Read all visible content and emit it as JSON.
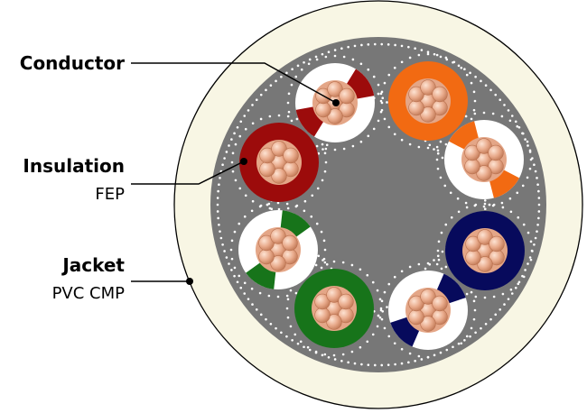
{
  "labels": {
    "conductor": {
      "title": "Conductor"
    },
    "insulation": {
      "title": "Insulation",
      "material": "FEP"
    },
    "jacket": {
      "title": "Jacket",
      "material": "PVC CMP"
    }
  },
  "colors": {
    "jacket": "#f8f6e4",
    "filler": "#777777",
    "conductor": "#e3a98a",
    "conductor_edge": "#b9714f",
    "pairs": {
      "brown": "#9c0b0b",
      "orange": "#f26a12",
      "blue": "#070a5c",
      "green": "#17741a",
      "white": "#ffffff"
    }
  },
  "pairs": [
    {
      "name": "brown",
      "solid": "brown",
      "striped": "white-brown"
    },
    {
      "name": "orange",
      "solid": "orange",
      "striped": "white-orange"
    },
    {
      "name": "blue",
      "solid": "blue",
      "striped": "white-blue"
    },
    {
      "name": "green",
      "solid": "green",
      "striped": "white-green"
    }
  ]
}
